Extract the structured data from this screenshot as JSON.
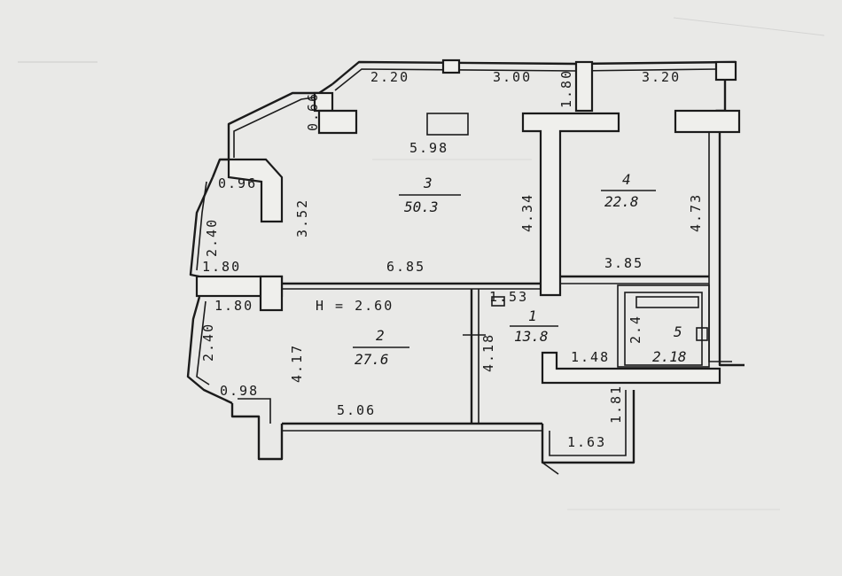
{
  "rooms": [
    {
      "number": "3",
      "area": "50.3"
    },
    {
      "number": "4",
      "area": "22.8"
    },
    {
      "number": "2",
      "area": "27.6"
    },
    {
      "number": "1",
      "area": "13.8"
    },
    {
      "number": "5",
      "area": "2.18"
    }
  ],
  "dimensions": {
    "top_1": "2.20",
    "top_2": "3.00",
    "top_3": "3.20",
    "pier_top": "1.80",
    "room3_width": "5.98",
    "room3_height": "3.52",
    "room3_center_height": "4.34",
    "room3_bottom": "6.85",
    "room4_height": "4.73",
    "room4_bottom": "3.85",
    "bay_small_top": "0.66",
    "bay_small_mid": "0.96",
    "bay_left_1": "2.40",
    "bay_left_2": "2.40",
    "left_pier_top": "1.80",
    "left_pier_bottom": "1.80",
    "ceiling": "H = 2.60",
    "room2_height": "4.17",
    "room2_bottom": "5.06",
    "corner_small": "0.98",
    "hall_top": "1.53",
    "hall_left": "4.18",
    "hall_bottom": "1.48",
    "bath_side": "2.4",
    "entry_side": "1.81",
    "entry_bottom": "1.63"
  }
}
